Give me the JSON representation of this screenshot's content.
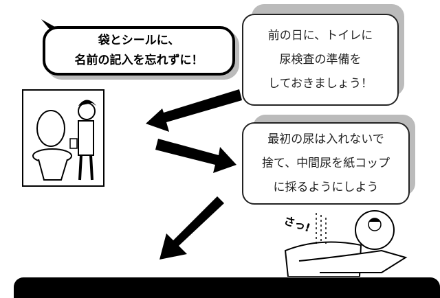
{
  "bubble": {
    "line1": "袋とシールに、",
    "line2": "名前の記入を忘れずに！"
  },
  "box1": {
    "line1": "前の日に、トイレに",
    "line2": "尿検査の準備を",
    "line3": "しておきましょう！"
  },
  "box2": {
    "line1": "最初の尿は入れないで",
    "line2": "捨て、中間尿を紙コップ",
    "line3": "に採るようにしよう"
  },
  "illustration": {
    "sound": "さっ!"
  }
}
